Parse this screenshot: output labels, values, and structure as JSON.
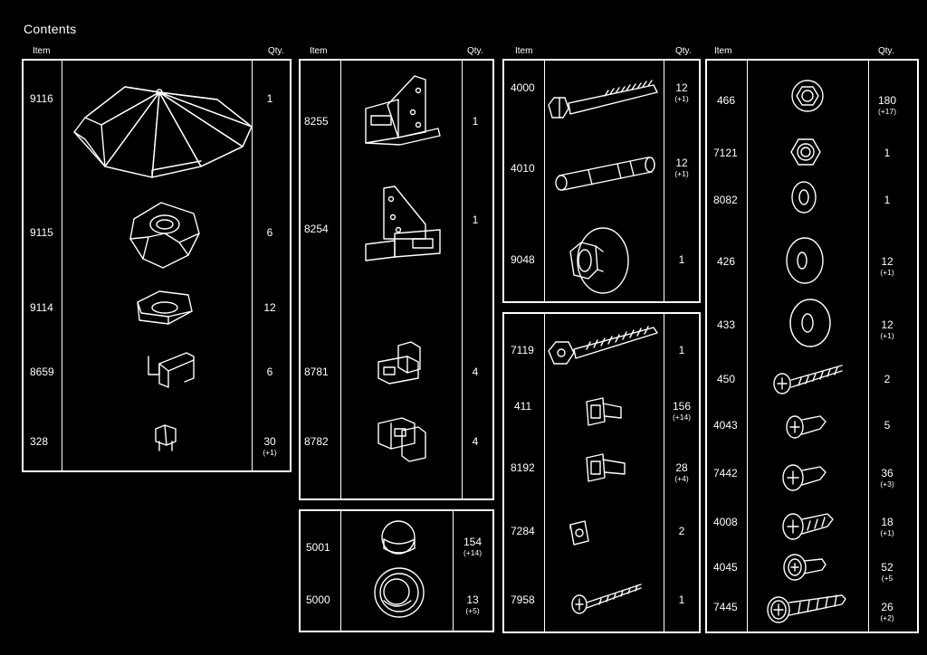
{
  "title": "Contents",
  "headers": {
    "item": "Item",
    "qty": "Qty."
  },
  "colors": {
    "background": "#000000",
    "foreground": "#ffffff"
  },
  "panels": [
    {
      "name": "panel-1",
      "rows": [
        {
          "item": "9116",
          "qty": "1",
          "extra": "",
          "icon": "roof-cap-icon"
        },
        {
          "item": "9115",
          "qty": "6",
          "extra": "",
          "icon": "roof-connector-icon"
        },
        {
          "item": "9114",
          "qty": "12",
          "extra": "",
          "icon": "clamp-icon"
        },
        {
          "item": "8659",
          "qty": "6",
          "extra": "",
          "icon": "bracket-clip-icon"
        },
        {
          "item": "328",
          "qty": "30",
          "extra": "(+1)",
          "icon": "small-clip-icon"
        }
      ]
    },
    {
      "name": "panel-2",
      "rows": [
        {
          "item": "8255",
          "qty": "1",
          "extra": "",
          "icon": "corner-bracket-8255-icon"
        },
        {
          "item": "8254",
          "qty": "1",
          "extra": "",
          "icon": "corner-bracket-8254-icon"
        },
        {
          "item": "8781",
          "qty": "4",
          "extra": "",
          "icon": "angle-connector-icon"
        },
        {
          "item": "8782",
          "qty": "4",
          "extra": "",
          "icon": "angle-connector-icon"
        }
      ]
    },
    {
      "name": "panel-3",
      "rows": [
        {
          "item": "5001",
          "qty": "154",
          "extra": "(+14)",
          "icon": "cap-icon"
        },
        {
          "item": "5000",
          "qty": "13",
          "extra": "(+5)",
          "icon": "large-cap-icon"
        }
      ]
    },
    {
      "name": "panel-4",
      "rows": [
        {
          "item": "4000",
          "qty": "12",
          "extra": "(+1)",
          "icon": "hex-bolt-icon"
        },
        {
          "item": "4010",
          "qty": "12",
          "extra": "(+1)",
          "icon": "anchor-sleeve-icon"
        },
        {
          "item": "9048",
          "qty": "1",
          "extra": "",
          "icon": "washer-nut-icon"
        }
      ]
    },
    {
      "name": "panel-5",
      "rows": [
        {
          "item": "7119",
          "qty": "1",
          "extra": "",
          "icon": "hex-screw-icon"
        },
        {
          "item": "411",
          "qty": "156",
          "extra": "(+14)",
          "icon": "square-bolt-icon"
        },
        {
          "item": "8192",
          "qty": "28",
          "extra": "(+4)",
          "icon": "square-bolt-icon"
        },
        {
          "item": "7284",
          "qty": "2",
          "extra": "",
          "icon": "square-nut-icon"
        },
        {
          "item": "7958",
          "qty": "1",
          "extra": "",
          "icon": "long-screw-icon"
        }
      ]
    },
    {
      "name": "panel-6",
      "rows": [
        {
          "item": "466",
          "qty": "180",
          "extra": "(+17)",
          "icon": "flange-nut-icon"
        },
        {
          "item": "7121",
          "qty": "1",
          "extra": "",
          "icon": "hex-nut-icon"
        },
        {
          "item": "8082",
          "qty": "1",
          "extra": "",
          "icon": "washer-icon"
        },
        {
          "item": "426",
          "qty": "12",
          "extra": "(+1)",
          "icon": "washer-icon"
        },
        {
          "item": "433",
          "qty": "12",
          "extra": "(+1)",
          "icon": "large-washer-icon"
        },
        {
          "item": "450",
          "qty": "2",
          "extra": "",
          "icon": "wood-screw-icon"
        },
        {
          "item": "4043",
          "qty": "5",
          "extra": "",
          "icon": "pan-screw-icon"
        },
        {
          "item": "7442",
          "qty": "36",
          "extra": "(+3)",
          "icon": "pan-screw-icon"
        },
        {
          "item": "4008",
          "qty": "18",
          "extra": "(+1)",
          "icon": "drill-screw-icon"
        },
        {
          "item": "4045",
          "qty": "52",
          "extra": "(+5",
          "icon": "washer-screw-icon"
        },
        {
          "item": "7445",
          "qty": "26",
          "extra": "(+2)",
          "icon": "long-drill-screw-icon"
        }
      ]
    }
  ]
}
